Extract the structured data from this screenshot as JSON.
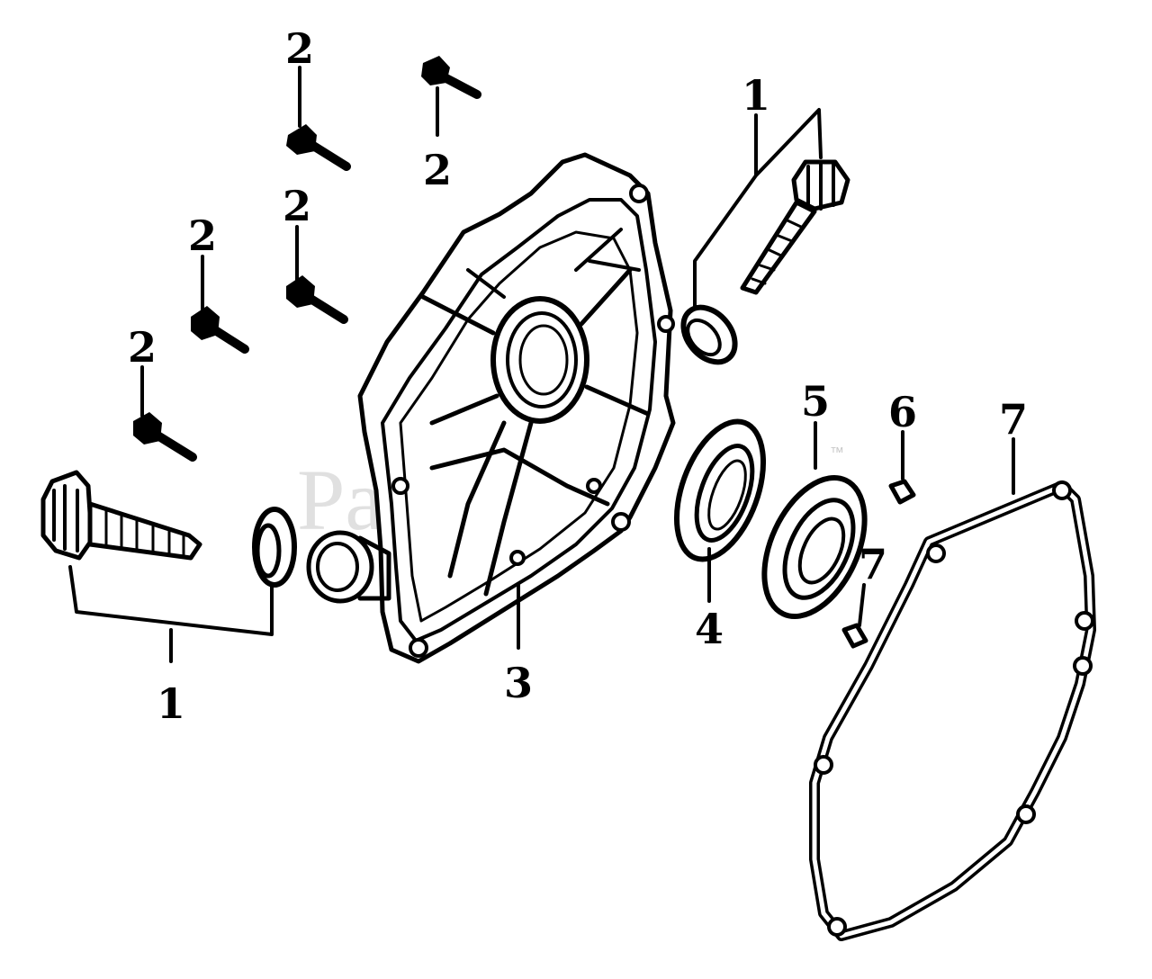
{
  "watermark": {
    "text": "PartsTree",
    "tm": "™"
  },
  "callouts": [
    {
      "id": "c-1-left",
      "label": "1"
    },
    {
      "id": "c-1-right",
      "label": "1"
    },
    {
      "id": "c-2-a",
      "label": "2"
    },
    {
      "id": "c-2-b",
      "label": "2"
    },
    {
      "id": "c-2-c",
      "label": "2"
    },
    {
      "id": "c-2-d",
      "label": "2"
    },
    {
      "id": "c-2-e",
      "label": "2"
    },
    {
      "id": "c-3",
      "label": "3"
    },
    {
      "id": "c-4",
      "label": "4"
    },
    {
      "id": "c-5",
      "label": "5"
    },
    {
      "id": "c-6",
      "label": "6"
    },
    {
      "id": "c-7-a",
      "label": "7"
    },
    {
      "id": "c-7-b",
      "label": "7"
    }
  ]
}
